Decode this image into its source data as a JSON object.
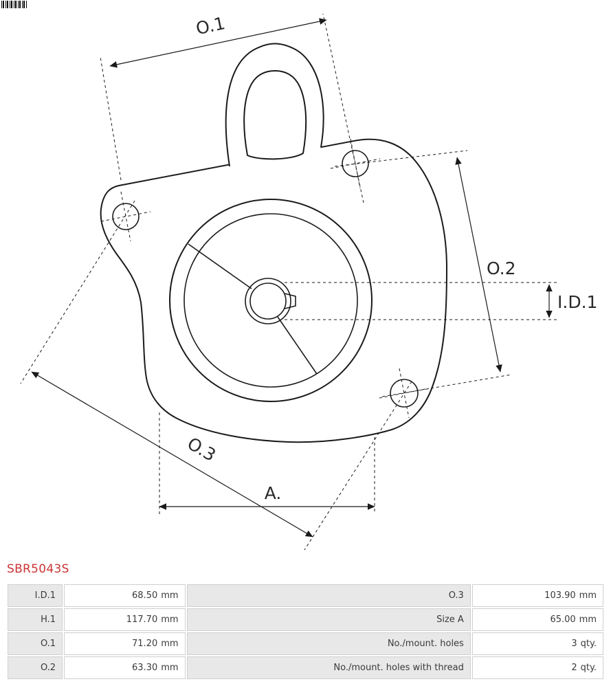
{
  "part": {
    "code": "SBR5043S"
  },
  "colors": {
    "part_code": "#cc3333",
    "drawing_line": "#1a1a1a",
    "table_label_bg": "#e8e8e8",
    "table_border": "#cfcfcf"
  },
  "diagram": {
    "type": "starter-lid-technical-drawing",
    "dim_labels": {
      "o1": "O.1",
      "o2": "O.2",
      "o3": "O.3",
      "id1": "I.D.1",
      "a": "A."
    }
  },
  "spec_table": {
    "rows": [
      {
        "l_label": "I.D.1",
        "l_value": "68.50",
        "l_unit": "mm",
        "r_label": "O.3",
        "r_value": "103.90",
        "r_unit": "mm"
      },
      {
        "l_label": "H.1",
        "l_value": "117.70",
        "l_unit": "mm",
        "r_label": "Size A",
        "r_value": "65.00",
        "r_unit": "mm"
      },
      {
        "l_label": "O.1",
        "l_value": "71.20",
        "l_unit": "mm",
        "r_label": "No./mount. holes",
        "r_value": "3",
        "r_unit": "qty."
      },
      {
        "l_label": "O.2",
        "l_value": "63.30",
        "l_unit": "mm",
        "r_label": "No./mount. holes with thread",
        "r_value": "2",
        "r_unit": "qty."
      }
    ]
  }
}
